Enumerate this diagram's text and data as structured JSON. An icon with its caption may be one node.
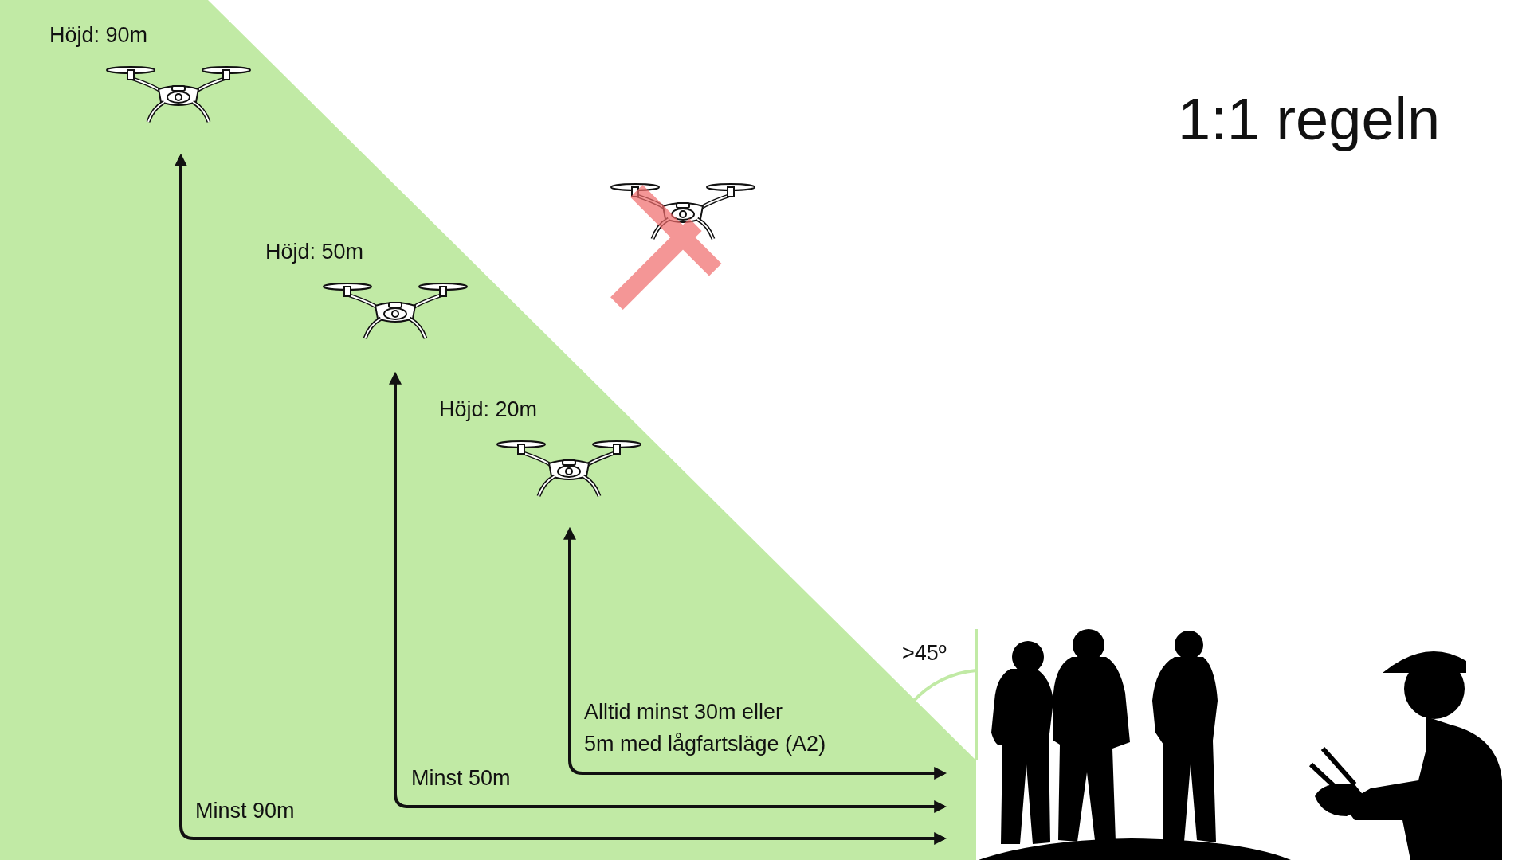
{
  "diagram": {
    "title": "1:1 regeln",
    "labels": [
      "Höjd: 90m",
      "Höjd: 50m",
      "Höjd: 20m",
      ">45º",
      "Alltid minst 30m eller 5m med lågfartsläge (A2)",
      "Minst 50m",
      "Minst 90m"
    ]
  }
}
